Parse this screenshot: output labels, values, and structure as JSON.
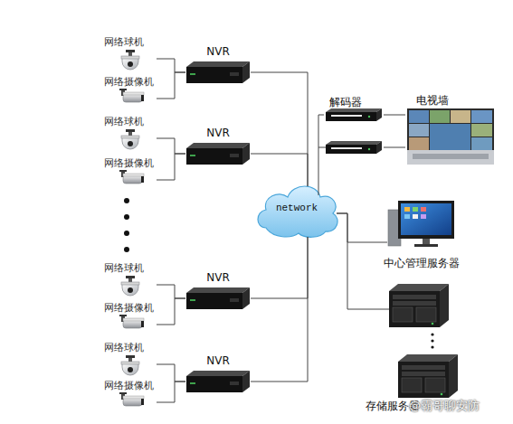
{
  "diagram": {
    "nodes": [
      {
        "text": [
          "网络球机"
        ]
      },
      {
        "text": [
          "网络摄像机"
        ]
      },
      {
        "text": [
          "NVR"
        ]
      },
      {
        "text": [
          "网络球机"
        ]
      },
      {
        "text": [
          "网络摄像机"
        ]
      },
      {
        "text": [
          "NVR"
        ]
      },
      {
        "text": [
          "网络球机"
        ]
      },
      {
        "text": [
          "网络摄像机"
        ]
      },
      {
        "text": [
          "NVR"
        ]
      },
      {
        "text": [
          "网络球机"
        ]
      },
      {
        "text": [
          "网络摄像机"
        ]
      },
      {
        "text": [
          "NVR"
        ]
      },
      {
        "text": [
          "network"
        ]
      },
      {
        "text": [
          "解码器"
        ]
      },
      {
        "text": [
          "电视墙"
        ]
      },
      {
        "text": [
          "中心管理服务器"
        ]
      },
      {
        "text": [
          "存储服务器"
        ]
      }
    ],
    "edges": [
      {
        "from": 0,
        "to": 2,
        "arrow": "none"
      },
      {
        "from": 1,
        "to": 2,
        "arrow": "none"
      },
      {
        "from": 3,
        "to": 5,
        "arrow": "none"
      },
      {
        "from": 4,
        "to": 5,
        "arrow": "none"
      },
      {
        "from": 6,
        "to": 8,
        "arrow": "none"
      },
      {
        "from": 7,
        "to": 8,
        "arrow": "none"
      },
      {
        "from": 9,
        "to": 11,
        "arrow": "none"
      },
      {
        "from": 10,
        "to": 11,
        "arrow": "none"
      },
      {
        "from": 2,
        "to": 12,
        "arrow": "none"
      },
      {
        "from": 5,
        "to": 12,
        "arrow": "none"
      },
      {
        "from": 8,
        "to": 12,
        "arrow": "none"
      },
      {
        "from": 11,
        "to": 12,
        "arrow": "none"
      },
      {
        "from": 12,
        "to": 13,
        "arrow": "none"
      },
      {
        "from": 13,
        "to": 14,
        "arrow": "none"
      },
      {
        "from": 12,
        "to": 15,
        "arrow": "none"
      },
      {
        "from": 12,
        "to": 16,
        "arrow": "none"
      }
    ],
    "labels": [
      "@霸哥聊安防"
    ]
  }
}
